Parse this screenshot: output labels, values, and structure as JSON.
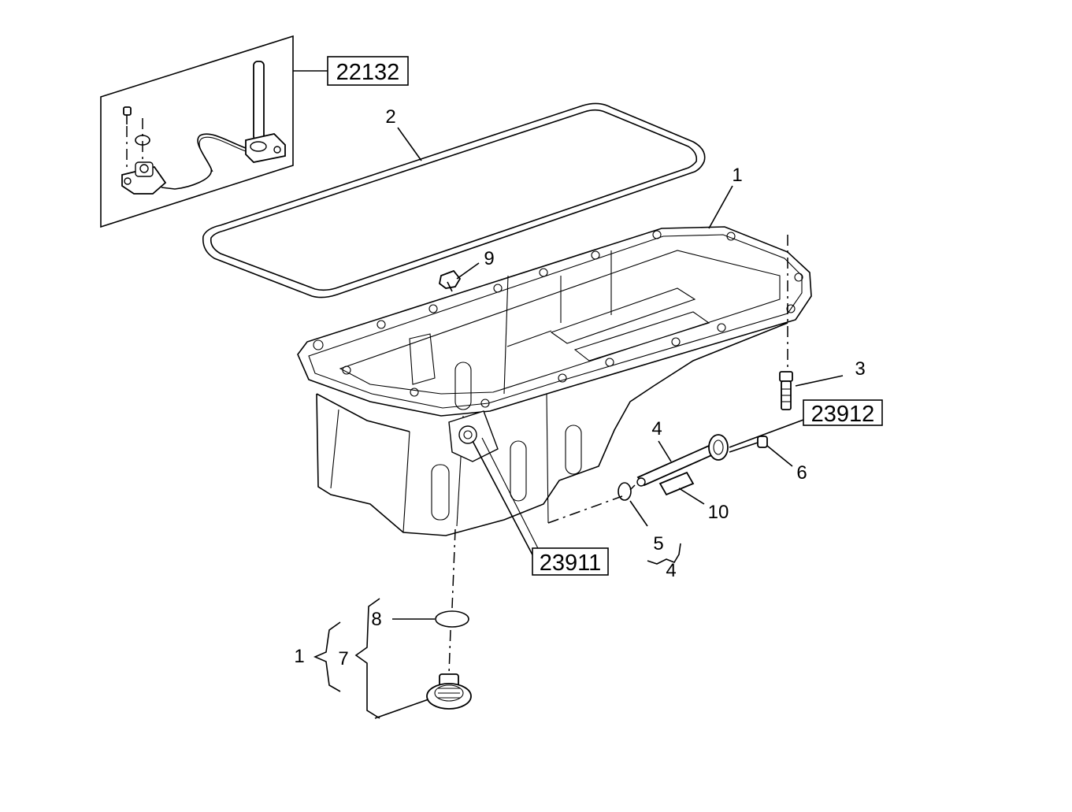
{
  "ref_boxes": {
    "sensor_group": "22132",
    "drain_ref": "23911",
    "dipstick_ref": "23912"
  },
  "callouts": {
    "pan": "1",
    "gasket": "2",
    "stud": "3",
    "dipstick_tube": "4",
    "o_ring_small": "5",
    "tube_bolt": "6",
    "drain_plug_assy": "7",
    "drain_seal": "8",
    "clip": "9",
    "tube_spacer": "10",
    "bracket_group_5_4": "4",
    "bracket_group_1_7": "1"
  }
}
